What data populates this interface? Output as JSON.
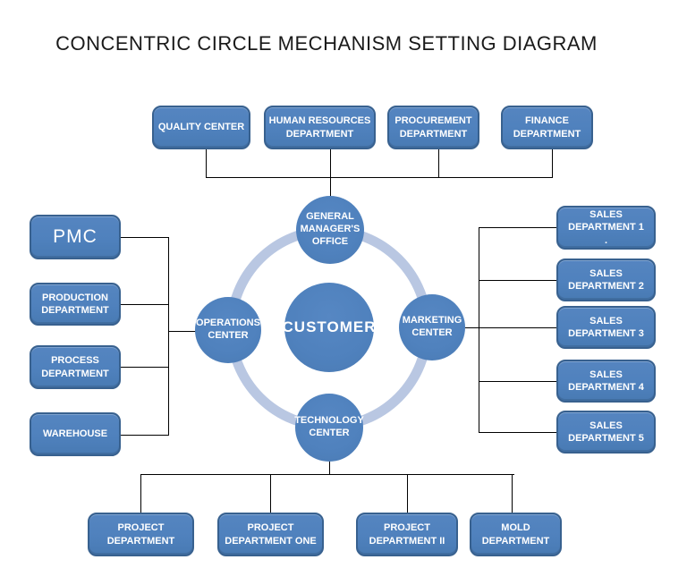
{
  "title": "CONCENTRIC CIRCLE MECHANISM SETTING DIAGRAM",
  "colors": {
    "node_fill": "#4f81bd",
    "node_border": "#38618f",
    "ring": "#b9c7e2",
    "connector_line": "#000000",
    "title_text": "#1a1a1a",
    "node_text": "#ffffff",
    "background": "#ffffff"
  },
  "hub": {
    "general_managers_office": "GENERAL\nMANAGER'S\nOFFICE",
    "customer": "CUSTOMER",
    "operations_center": "OPERATIONS\nCENTER",
    "marketing_center": "MARKETING\nCENTER",
    "technology_center": "TECHNOLOGY\nCENTER"
  },
  "top_row": [
    "QUALITY CENTER",
    "HUMAN RESOURCES\nDEPARTMENT",
    "PROCUREMENT\nDEPARTMENT",
    "FINANCE\nDEPARTMENT"
  ],
  "left_column": [
    "PMC",
    "PRODUCTION\nDEPARTMENT",
    "PROCESS\nDEPARTMENT",
    "WAREHOUSE"
  ],
  "right_column": [
    "SALES\nDEPARTMENT 1\n.",
    "SALES\nDEPARTMENT 2",
    "SALES\nDEPARTMENT 3",
    "SALES\nDEPARTMENT 4",
    "SALES\nDEPARTMENT 5"
  ],
  "bottom_row": [
    "PROJECT\nDEPARTMENT",
    "PROJECT\nDEPARTMENT ONE",
    "PROJECT\nDEPARTMENT II",
    "MOLD\nDEPARTMENT"
  ]
}
